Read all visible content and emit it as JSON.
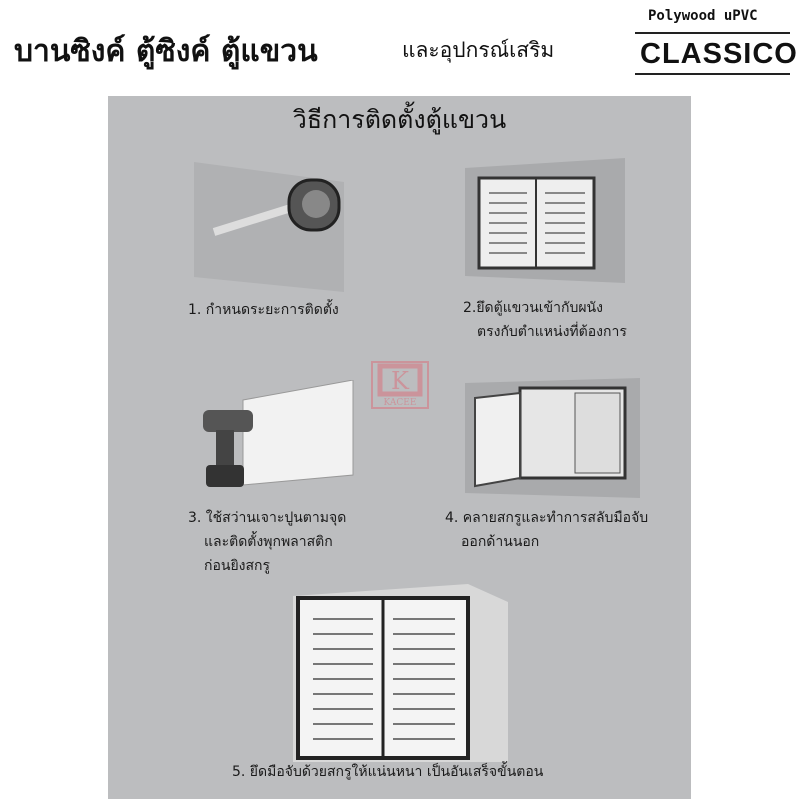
{
  "header": {
    "title_main": "บานซิงค์ ตู้ซิงค์ ตู้แขวน",
    "title_sub": "และอุปกรณ์เสริม",
    "brand_tagline": "Polywood uPVC",
    "brand_name": "CLASSICO"
  },
  "panel": {
    "title": "วิธีการติดตั้งตู้แขวน",
    "watermark": "KACEE",
    "steps": [
      {
        "lines": [
          "1. กำหนดระยะการติดตั้ง"
        ],
        "icon": "tape-measure-icon"
      },
      {
        "lines": [
          "2.ยึดตู้แขวนเข้ากับผนัง",
          "ตรงกับตำแหน่งที่ต้องการ"
        ],
        "icon": "wall-cabinet-icon"
      },
      {
        "lines": [
          "3. ใช้สว่านเจาะปูนตามจุด",
          "และติดตั้งพุกพลาสติก",
          "ก่อนยิงสกรู"
        ],
        "icon": "drill-icon"
      },
      {
        "lines": [
          "4. คลายสกรูและทำการสลับมือจับ",
          "ออกด้านนอก"
        ],
        "icon": "open-cabinet-icon"
      },
      {
        "lines": [
          "5. ยึดมือจับด้วยสกรูให้แน่นหนา เป็นอันเสร็จขั้นตอน"
        ],
        "icon": "finished-cabinet-icon"
      }
    ]
  },
  "colors": {
    "panel": "#bcbdbf",
    "watermark": "#d9737f"
  }
}
